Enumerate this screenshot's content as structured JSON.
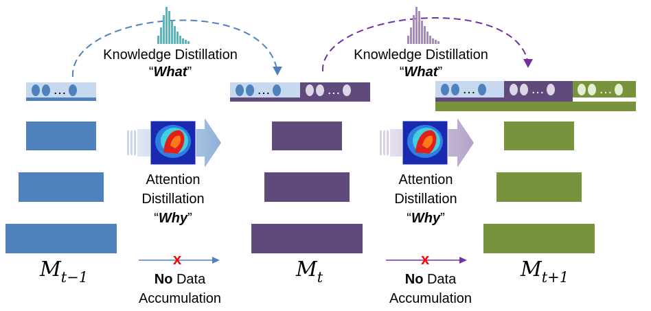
{
  "models": [
    {
      "base": "M",
      "sub": "t−1",
      "color": "#4f81bd"
    },
    {
      "base": "M",
      "sub": "t",
      "color": "#604a7b"
    },
    {
      "base": "M",
      "sub": "t+1",
      "color": "#77933c"
    }
  ],
  "knowledge_distillation": [
    {
      "title": "Knowledge Distillation",
      "question": "What",
      "arrow_color": "#4f81bd"
    },
    {
      "title": "Knowledge Distillation",
      "question": "What",
      "arrow_color": "#7030a0"
    }
  ],
  "attention_distillation": [
    {
      "line1": "Attention",
      "line2": "Distillation",
      "question": "Why"
    },
    {
      "line1": "Attention",
      "line2": "Distillation",
      "question": "Why"
    }
  ],
  "no_data": [
    {
      "bold": "No",
      "rest": "Data",
      "line2": "Accumulation"
    },
    {
      "bold": "No",
      "rest": "Data",
      "line2": "Accumulation"
    }
  ],
  "ellipsis": "…",
  "quotes": {
    "open": "“",
    "close": "”"
  },
  "cross_mark": "x",
  "colors": {
    "blue": "#4f81bd",
    "purple": "#604a7b",
    "green": "#77933c",
    "kd_arrow_purple": "#7030a0",
    "cross_red": "#ff0000"
  }
}
